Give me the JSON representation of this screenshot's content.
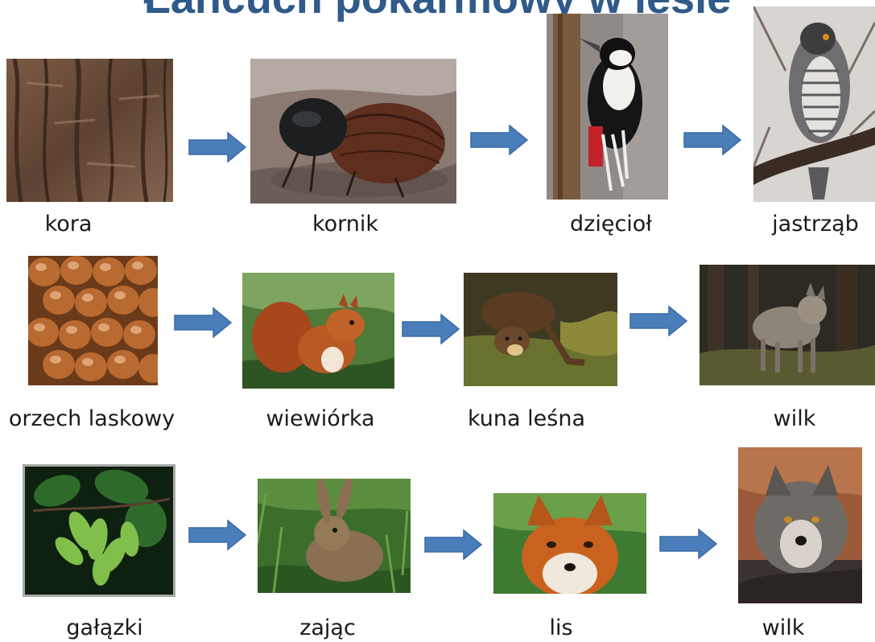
{
  "slide": {
    "title": "Łańcuch pokarmowy w lesie",
    "accent_color": "#4a7ebb",
    "title_color": "#2f5a8a"
  },
  "chains": [
    {
      "items": [
        {
          "label": "kora",
          "image": "tree-bark"
        },
        {
          "label": "kornik",
          "image": "bark-beetle"
        },
        {
          "label": "dzięcioł",
          "image": "woodpecker"
        },
        {
          "label": "jastrząb",
          "image": "hawk"
        }
      ]
    },
    {
      "items": [
        {
          "label": "orzech laskowy",
          "image": "hazelnuts"
        },
        {
          "label": "wiewiórka",
          "image": "red-squirrel"
        },
        {
          "label": "kuna leśna",
          "image": "pine-marten"
        },
        {
          "label": "wilk",
          "image": "wolf"
        }
      ]
    },
    {
      "items": [
        {
          "label": "gałązki",
          "image": "hornbeam-twig"
        },
        {
          "label": "zając",
          "image": "hare"
        },
        {
          "label": "lis",
          "image": "red-fox"
        },
        {
          "label": "wilk",
          "image": "wolf"
        }
      ]
    }
  ]
}
